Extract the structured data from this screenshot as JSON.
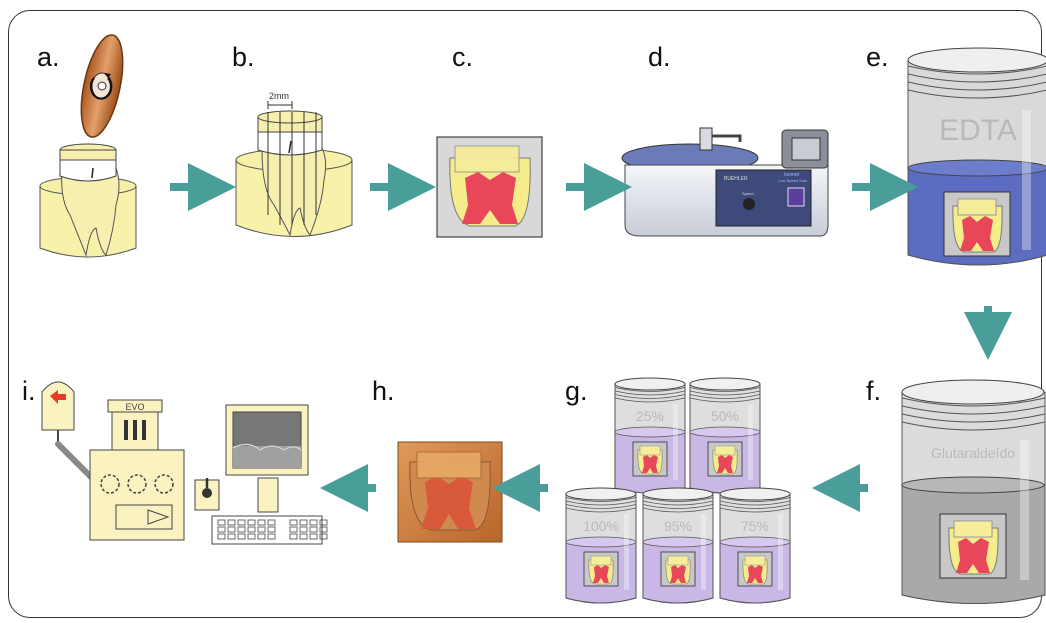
{
  "steps": {
    "a": "a.",
    "b": "b.",
    "c": "c.",
    "d": "d.",
    "e": "e.",
    "f": "f.",
    "g": "g.",
    "h": "h.",
    "i": "i."
  },
  "step_b": {
    "measure": "2mm"
  },
  "step_d": {
    "brand": "BUEHLER",
    "model": "Isomet",
    "subtitle": "Low Speed Saw",
    "knob_label": "Speed"
  },
  "step_e": {
    "solution": "EDTA"
  },
  "step_f": {
    "solution": "Glutaraldeído"
  },
  "step_g": {
    "conc_1": "25%",
    "conc_2": "50%",
    "conc_3": "100%",
    "conc_4": "95%",
    "conc_5": "75%"
  },
  "step_i": {
    "machine": "EVO"
  },
  "colors": {
    "dentin": "#f5ec8c",
    "pulp": "#e8475a",
    "edta_liquid": "#5c6cc0",
    "gluta_liquid": "#a9a9a9",
    "ethanol_liquid": "#c9b7e6",
    "arrow": "#4a9e9a",
    "sample_orange": "#c9773f",
    "sem_body": "#fbf2c2"
  }
}
